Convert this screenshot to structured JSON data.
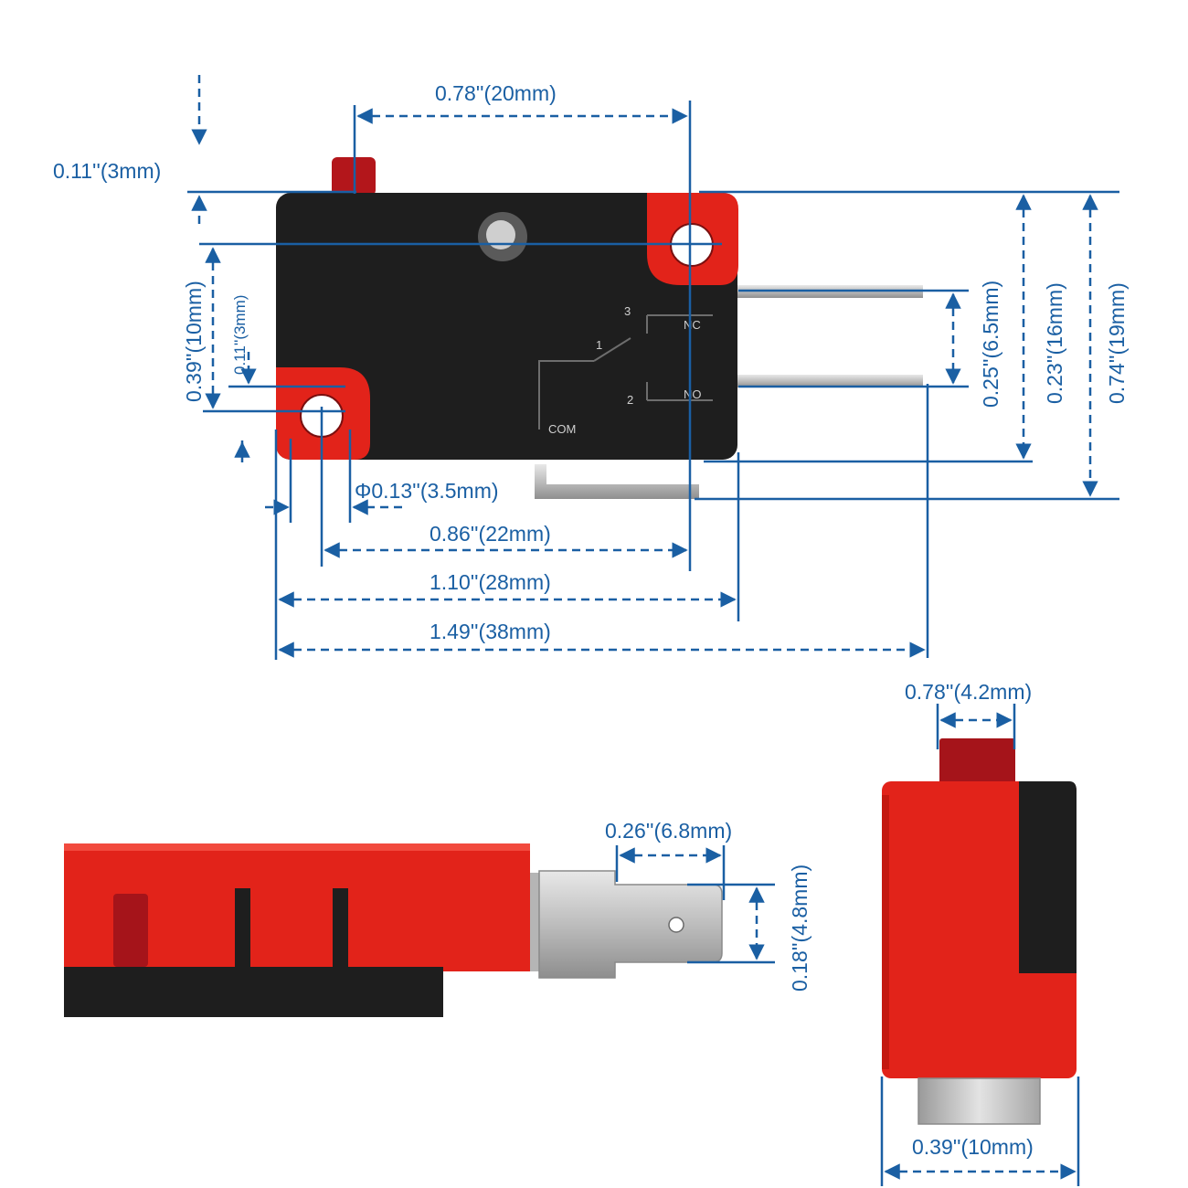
{
  "colors": {
    "dimension": "#1a5fa3",
    "body_black": "#1e1e1e",
    "body_red": "#e2231a",
    "actuator_red": "#b3161b",
    "terminal_metal": "#c9c9c9"
  },
  "top_view": {
    "terminal_marks": {
      "t1": "1",
      "t2": "2",
      "t3": "3",
      "nc": "NC",
      "no": "NO",
      "com": "COM"
    },
    "dimensions": {
      "plunger_offset": "0.78''(20mm)",
      "plunger_height": "0.11''(3mm)",
      "mount_hole_spacing_v": "0.39''(10mm)",
      "hole_edge_offset": "0.11''(3mm)",
      "hole_diameter": "Φ0.13''(3.5mm)",
      "hole_spacing_h": "0.86''(22mm)",
      "body_length": "1.10''(28mm)",
      "overall_length": "1.49''(38mm)",
      "terminal_pitch": "0.25''(6.5mm)",
      "body_height": "0.23''(16mm)",
      "overall_height": "0.74''(19mm)"
    }
  },
  "side_view": {
    "dimensions": {
      "tab_length": "0.26''(6.8mm)",
      "tab_width": "0.18''(4.8mm)"
    }
  },
  "end_view": {
    "dimensions": {
      "plunger_width": "0.78''(4.2mm)",
      "body_width": "0.39''(10mm)"
    }
  }
}
